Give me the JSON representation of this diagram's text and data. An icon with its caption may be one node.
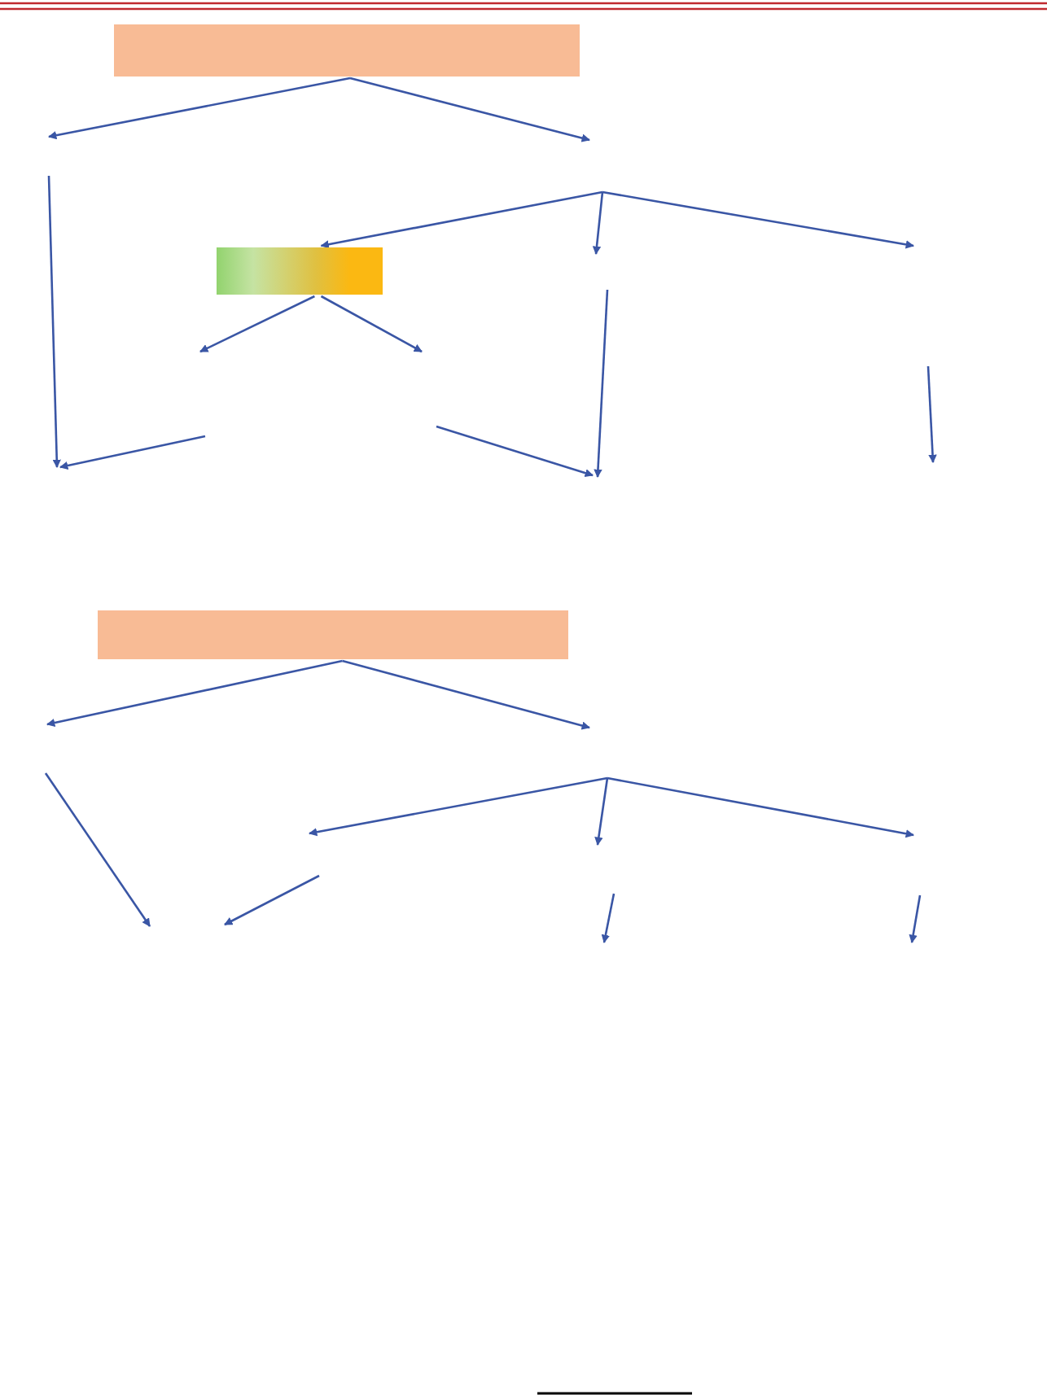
{
  "diagram": {
    "nodes": [
      {
        "text": [],
        "shape": "box"
      },
      {
        "text": [],
        "shape": "box"
      },
      {
        "text": [],
        "shape": "box"
      }
    ],
    "edges": [
      {
        "from": 0,
        "to": null,
        "arrow": "to"
      },
      {
        "from": 0,
        "to": null,
        "arrow": "to"
      },
      {
        "from": null,
        "to": 1,
        "arrow": "to"
      },
      {
        "from": 1,
        "to": null,
        "arrow": "to"
      },
      {
        "from": 1,
        "to": null,
        "arrow": "to"
      },
      {
        "from": 2,
        "to": null,
        "arrow": "to"
      },
      {
        "from": 2,
        "to": null,
        "arrow": "to"
      }
    ]
  }
}
